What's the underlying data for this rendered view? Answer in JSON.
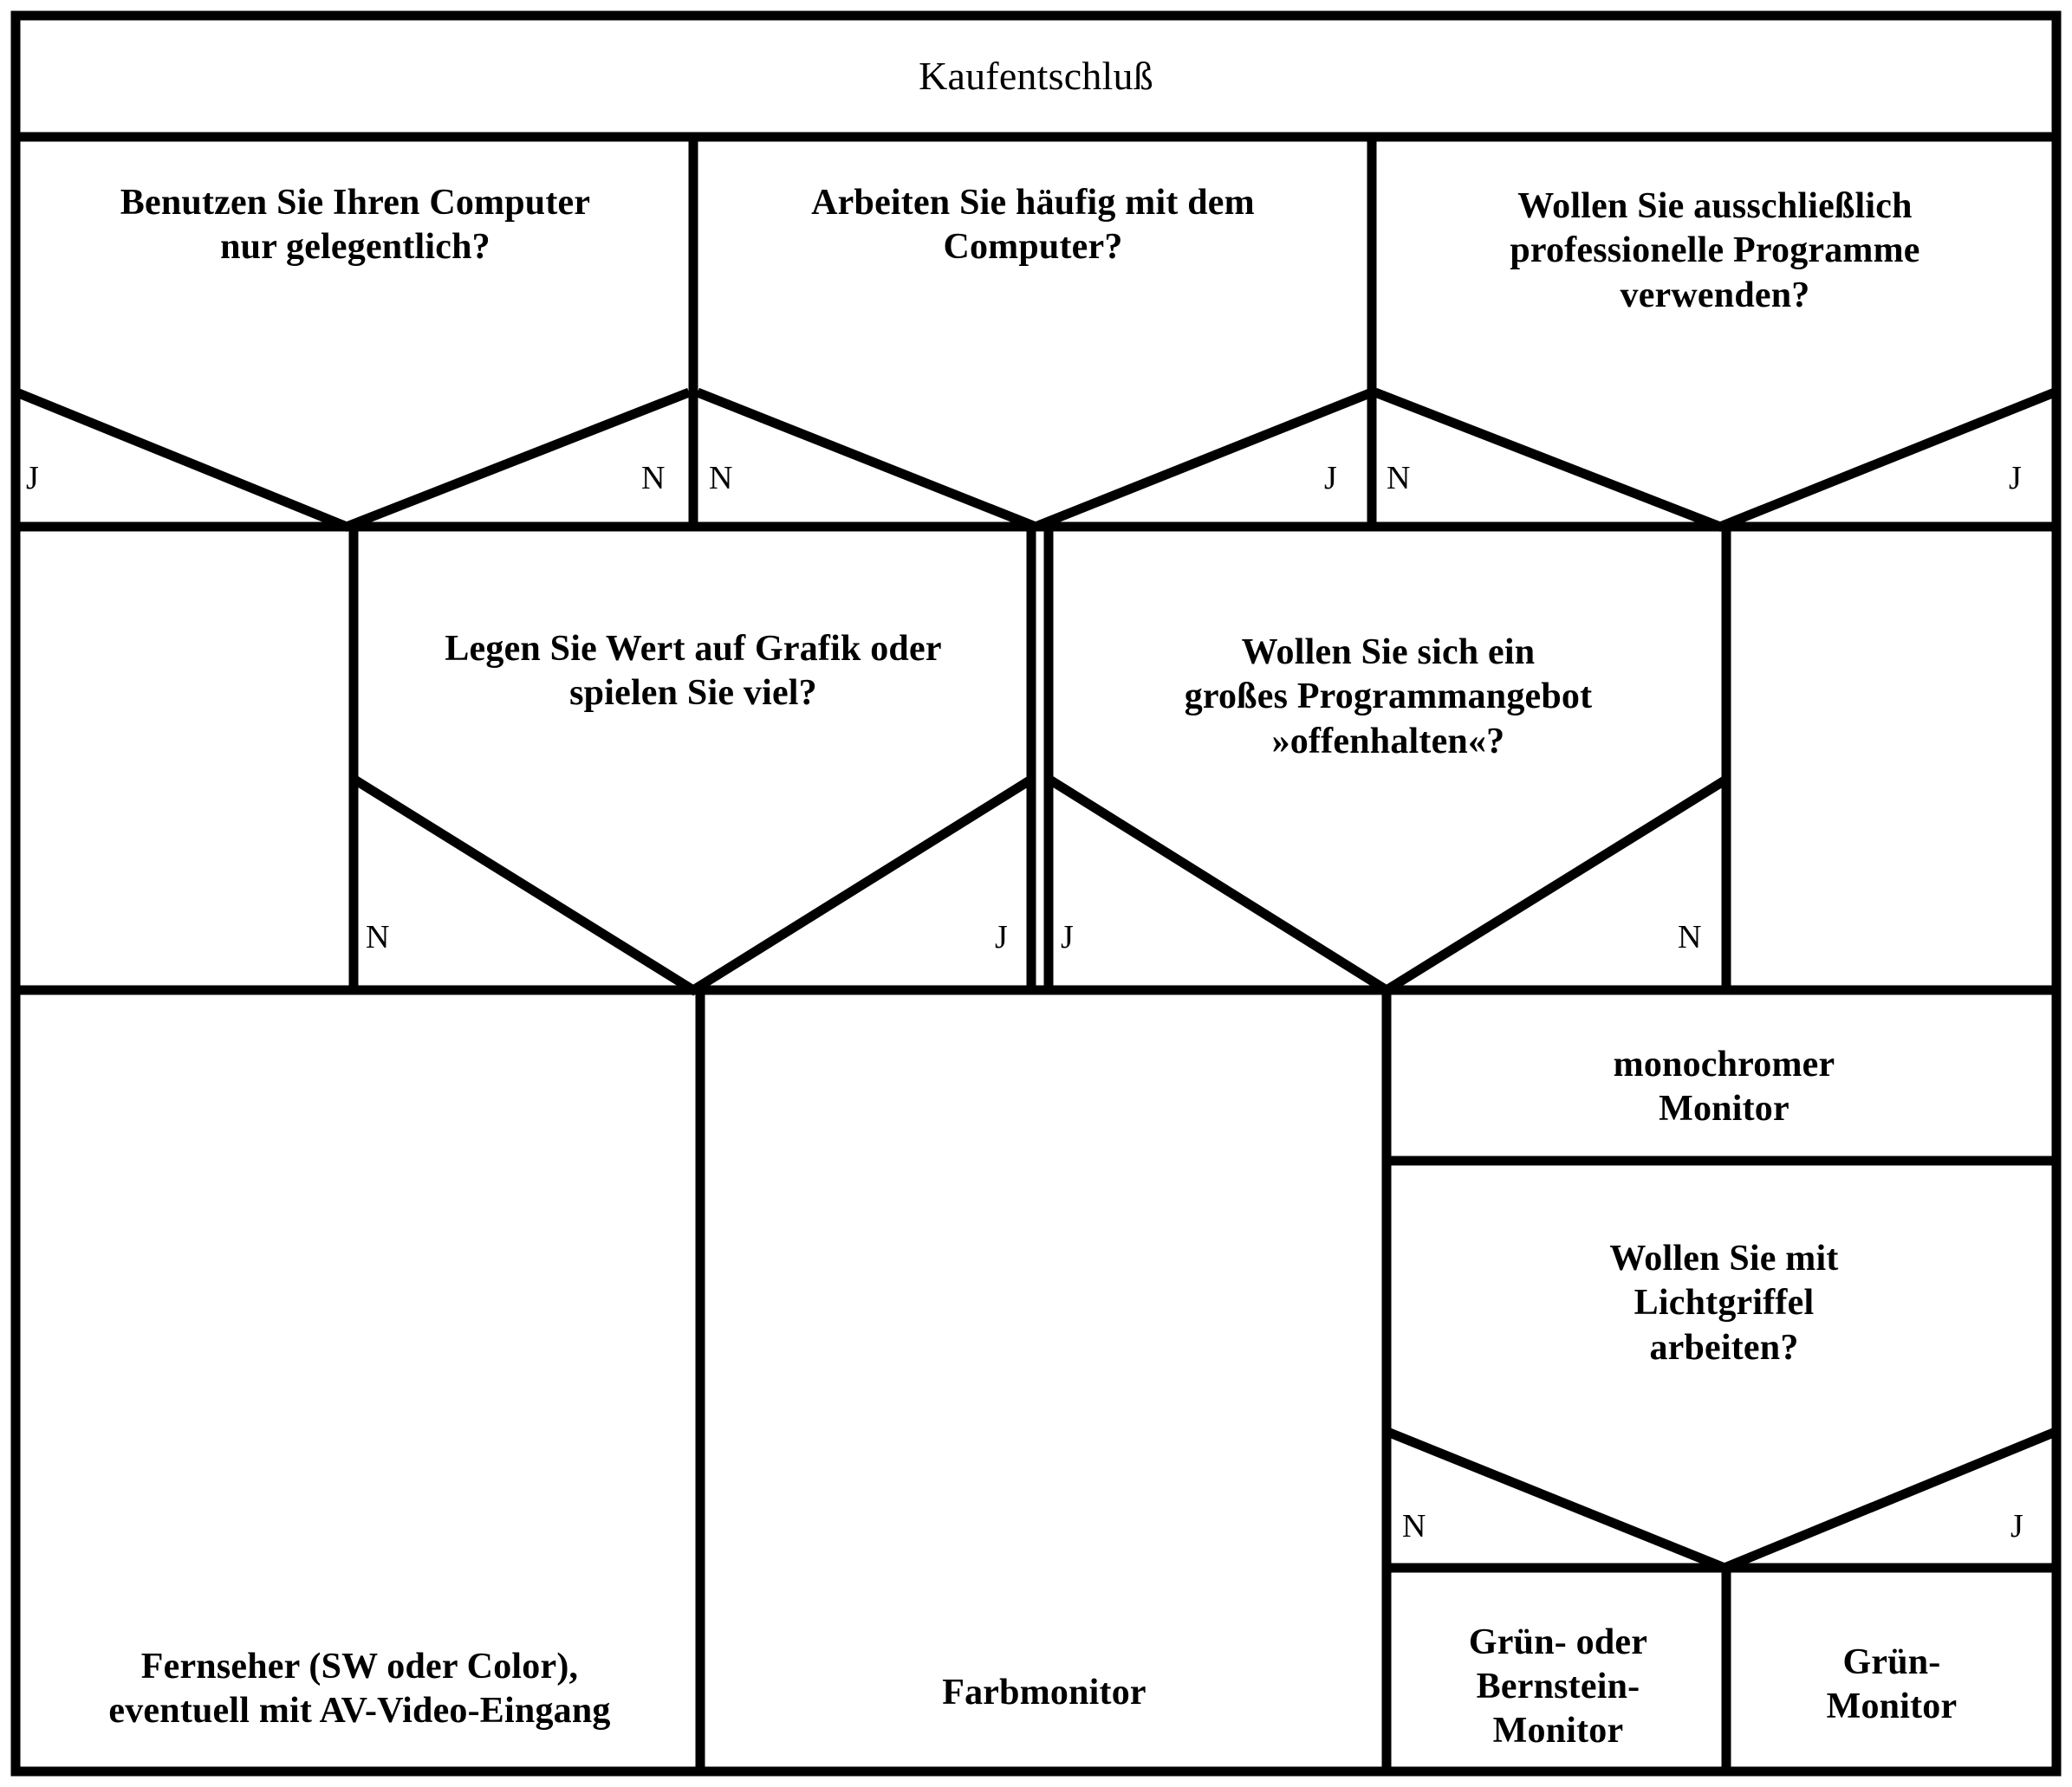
{
  "diagram": {
    "title": "Kaufentschluß",
    "branch_yes": "J",
    "branch_no": "N",
    "questions": {
      "q1": "Benutzen Sie Ihren Computer\nnur gelegentlich?",
      "q2": "Arbeiten Sie häufig mit dem\nComputer?",
      "q3": "Wollen Sie ausschließlich\nprofessionelle Programme\nverwenden?",
      "q4": "Legen Sie Wert auf Grafik oder\nspielen Sie viel?",
      "q5": "Wollen Sie sich ein\ngroßes Programmangebot\n»offenhalten«?",
      "q6": "Wollen Sie mit\nLichtgriffel\narbeiten?"
    },
    "results": {
      "r1": "Fernseher (SW oder Color),\neventuell mit AV-Video-Eingang",
      "r2": "Farbmonitor",
      "r3": "monochromer\nMonitor",
      "r4": "Grün- oder\nBernstein-\nMonitor",
      "r5": "Grün-\nMonitor"
    },
    "branch_labels": {
      "q1_left": "J",
      "q1_right": "N",
      "q2_left": "N",
      "q2_right": "J",
      "q3_left": "N",
      "q3_right": "J",
      "q4_left": "N",
      "q4_right": "J",
      "q5_left": "J",
      "q5_right": "N",
      "q6_left": "N",
      "q6_right": "J"
    },
    "colors": {
      "ink": "#000000",
      "paper": "#ffffff"
    }
  }
}
